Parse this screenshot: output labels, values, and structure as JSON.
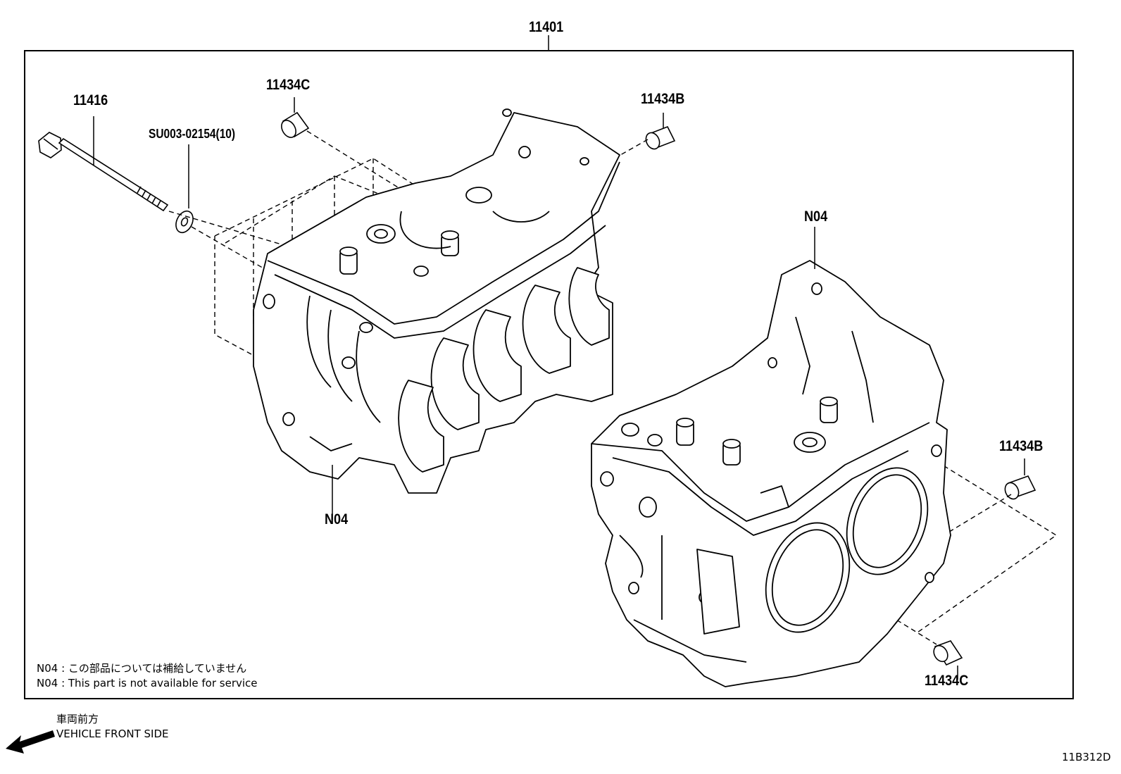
{
  "callouts": {
    "assembly": "11401",
    "bolt": "11416",
    "washer": "SU003-02154(10)",
    "pin_top_left": "11434C",
    "pin_top_right": "11434B",
    "nfa_left": "N04",
    "nfa_right": "N04",
    "pin_right": "11434B",
    "pin_bottom_right": "11434C"
  },
  "notes": {
    "line_jp": "N04 : この部品については補給していません",
    "line_en": "N04 : This part is not available for service"
  },
  "direction": {
    "jp": "車両前方",
    "en": "VEHICLE FRONT SIDE"
  },
  "illustration_code": "11B312D"
}
